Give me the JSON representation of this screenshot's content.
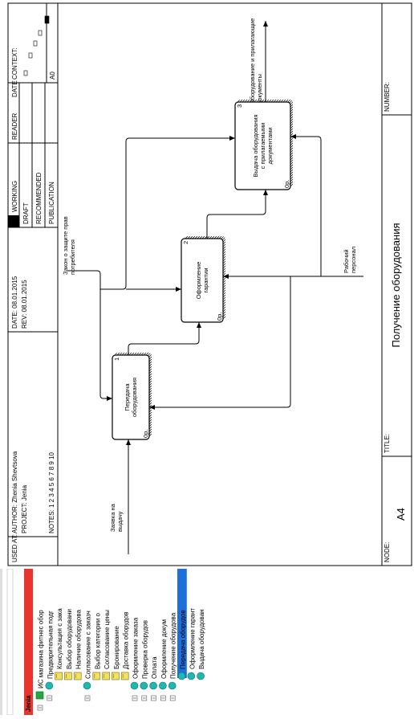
{
  "colors": {
    "app_bar": "#e8352e",
    "selection": "#1e6fd9",
    "node_teal": "#20b7b3",
    "folder_yellow": "#f1e061",
    "root_green": "#25a843"
  },
  "tree": {
    "app_name": "Jenia",
    "items": [
      {
        "label": "ИС магазина фитнес обор",
        "kind": "root",
        "level": 0,
        "selected": false
      },
      {
        "label": "Предварительная подг",
        "kind": "node",
        "level": 1,
        "selected": false
      },
      {
        "label": "Консультация с зака",
        "kind": "leaf",
        "level": 2,
        "selected": false
      },
      {
        "label": "Выбор оборудовани",
        "kind": "leaf",
        "level": 2,
        "selected": false
      },
      {
        "label": "Наличие оборудова",
        "kind": "leaf",
        "level": 2,
        "selected": false
      },
      {
        "label": "Согласование с заказч",
        "kind": "node",
        "level": 1,
        "selected": false
      },
      {
        "label": "Выбор категории о",
        "kind": "leaf",
        "level": 2,
        "selected": false
      },
      {
        "label": "Согласование цены",
        "kind": "leaf",
        "level": 2,
        "selected": false
      },
      {
        "label": "Бронирование",
        "kind": "leaf",
        "level": 2,
        "selected": false
      },
      {
        "label": "Доставка оборудов",
        "kind": "leaf",
        "level": 2,
        "selected": false
      },
      {
        "label": "Оформление заказа",
        "kind": "node",
        "level": 1,
        "selected": false
      },
      {
        "label": "Проверка оборудов",
        "kind": "node",
        "level": 1,
        "selected": false
      },
      {
        "label": "Оплата",
        "kind": "node",
        "level": 1,
        "selected": false
      },
      {
        "label": "Оформление докум",
        "kind": "node",
        "level": 1,
        "selected": false
      },
      {
        "label": "Получение оборудова",
        "kind": "node",
        "level": 1,
        "selected": false
      },
      {
        "label": "Передача оборудов",
        "kind": "sub",
        "level": 2,
        "selected": true
      },
      {
        "label": "Оформление гарант",
        "kind": "sub",
        "level": 2,
        "selected": false
      },
      {
        "label": "Выдача оборудован",
        "kind": "sub",
        "level": 2,
        "selected": false
      }
    ]
  },
  "header": {
    "used_at": "USED AT:",
    "author": "AUTHOR:  Zhenia Shevtsova",
    "project": "PROJECT:  Jenia",
    "notes": "NOTES:  1  2  3  4  5  6  7  8  9  10",
    "date": "DATE:  08.01.2015",
    "rev": "REV:   08.01.2015",
    "working": "WORKING",
    "draft": "DRAFT",
    "recommended": "RECOMMENDED",
    "publication": "PUBLICATION",
    "reader": "READER",
    "date_col": "DATE",
    "context": "CONTEXT:",
    "context_node": "A0"
  },
  "footer": {
    "node_label": "NODE:",
    "node_value": "A4",
    "title_label": "TITLE:",
    "title_value": "Получение оборудования",
    "number_label": "NUMBER:"
  },
  "boxes": [
    {
      "name": "Передача оборудования",
      "lines": [
        "Передача",
        "оборудования"
      ],
      "num": "1",
      "cost": "0р."
    },
    {
      "name": "Оформление гарантии",
      "lines": [
        "Оформление",
        "гарантии"
      ],
      "num": "2",
      "cost": "0р."
    },
    {
      "name": "Выдача оборудования",
      "lines": [
        "Выдача оборудования",
        "с прилагаемыми",
        "документами"
      ],
      "num": "3",
      "cost": "0р."
    }
  ],
  "arrow_labels": {
    "input": [
      "Заявка на",
      "выдачу"
    ],
    "control": [
      "Закон о защите прав",
      "потребителя"
    ],
    "mechanism": [
      "Рабочий",
      "персонал"
    ],
    "output": [
      "Оборудование и прилагающие",
      "документы"
    ]
  }
}
